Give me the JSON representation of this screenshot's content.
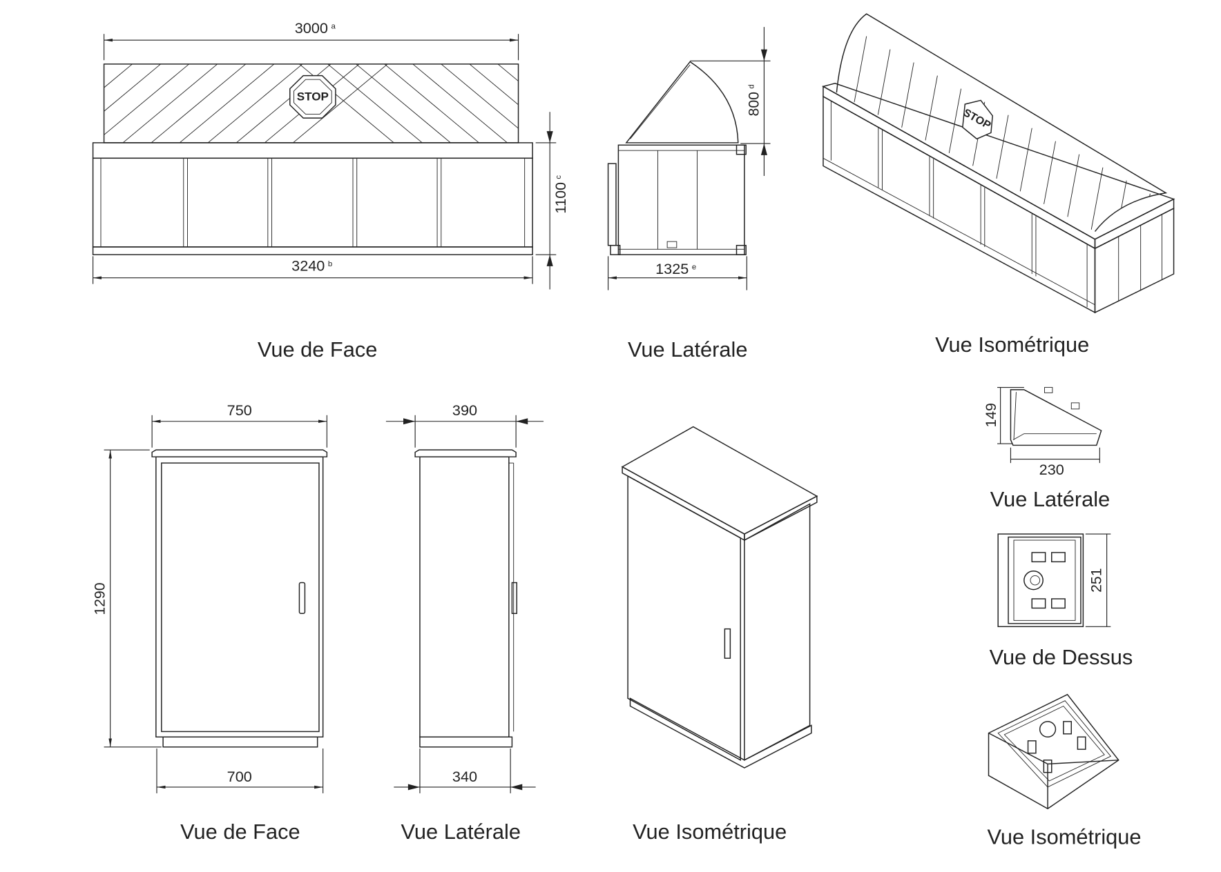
{
  "top_row": {
    "front_view": {
      "label": "Vue de Face",
      "width_top": "3000",
      "width_top_ref": "a",
      "width_bottom": "3240",
      "width_bottom_ref": "b",
      "height": "1100",
      "height_ref": "c",
      "sign_text": "STOP"
    },
    "side_view": {
      "label": "Vue Latérale",
      "roof_height": "800",
      "roof_height_ref": "d",
      "depth": "1325",
      "depth_ref": "e"
    },
    "iso_view": {
      "label": "Vue Isométrique",
      "sign_text": "STOP"
    }
  },
  "bottom_row": {
    "cabinet_front": {
      "label": "Vue de Face",
      "width_top": "750",
      "width_bottom": "700",
      "height": "1290"
    },
    "cabinet_side": {
      "label": "Vue Latérale",
      "depth_top": "390",
      "depth_bottom": "340"
    },
    "cabinet_iso": {
      "label": "Vue Isométrique"
    },
    "console_side": {
      "label": "Vue Latérale",
      "height": "149",
      "width": "230"
    },
    "console_top": {
      "label": "Vue de Dessus",
      "height": "251"
    },
    "console_iso": {
      "label": "Vue Isométrique"
    }
  }
}
